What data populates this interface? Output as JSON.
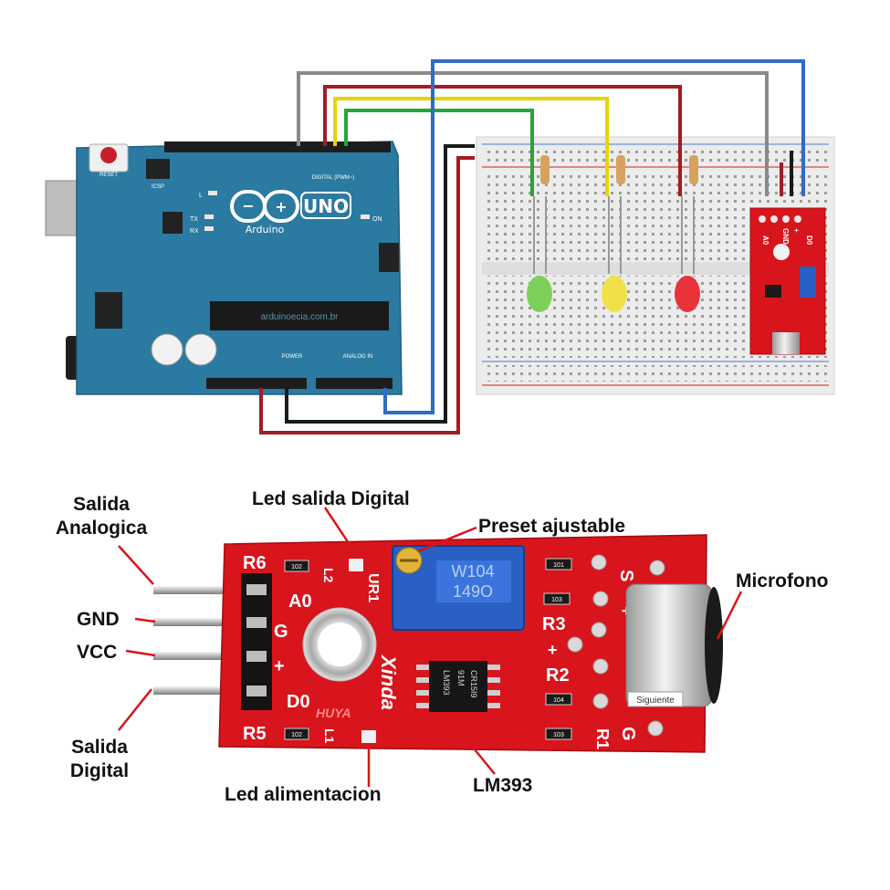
{
  "arduino": {
    "brand": "Arduino",
    "model": "UNO",
    "watermark": "arduinoecia.com.br",
    "reset_label": "RESET",
    "icsp_label": "ICSP",
    "digital_header": "DIGITAL (PWM~)",
    "power_header": "POWER",
    "analog_header": "ANALOG IN",
    "led_labels": [
      "L",
      "TX",
      "RX",
      "ON"
    ]
  },
  "sensor": {
    "sensor_labels": [
      "A0",
      "GND",
      "+",
      "D0"
    ],
    "board_labels": {
      "r6": "R6",
      "r5": "R5",
      "r3": "R3",
      "r2": "R2",
      "r1": "R1",
      "a0": "A0",
      "g": "G",
      "plus": "+",
      "d0": "D0",
      "s": "S",
      "g2": "G",
      "plus2": "+",
      "brand": "Xinda",
      "ur1": "UR1",
      "l1": "L1",
      "l2": "L2",
      "huya": "HUYA"
    },
    "pot_code": "W104",
    "pot_code2": "149O",
    "chip_marks": [
      "LM393",
      "91M",
      "CR15I9"
    ],
    "mic_tag": "Siguiente",
    "smd": [
      "102",
      "103",
      "101",
      "104",
      "102",
      "103"
    ]
  },
  "callouts": {
    "salida_analogica_1": "Salida",
    "salida_analogica_2": "Analogica",
    "gnd": "GND",
    "vcc": "VCC",
    "salida_digital_1": "Salida",
    "salida_digital_2": "Digital",
    "led_salida_digital": "Led salida Digital",
    "preset": "Preset ajustable",
    "microfono": "Microfono",
    "led_alimentacion": "Led alimentacion",
    "lm393": "LM393"
  },
  "colors": {
    "arduino_blue": "#2b7aa1",
    "wire_gray": "#8a8a8a",
    "wire_red": "#a11c24",
    "wire_yellow": "#e8d400",
    "wire_green": "#29a33a",
    "wire_blue": "#2f6cc4",
    "wire_black": "#1a1a1a",
    "sensor_red": "#d8141c",
    "pot_blue": "#2a5fc4"
  }
}
